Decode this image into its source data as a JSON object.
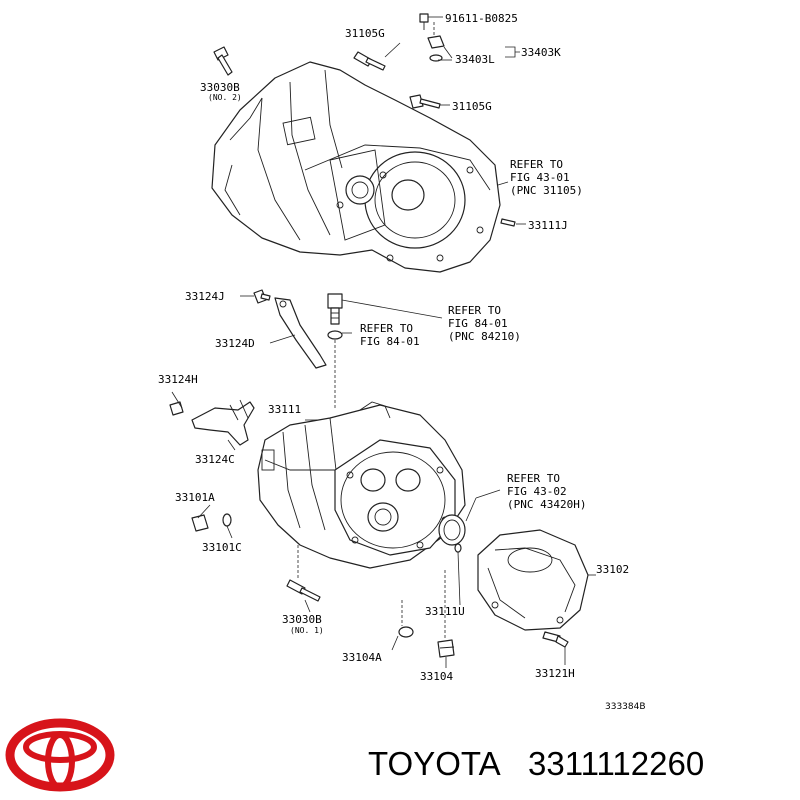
{
  "brand": {
    "name": "TOYOTA",
    "part_number": "3311112260",
    "logo_color": "#d7141a"
  },
  "diagram": {
    "id": "333384B",
    "labels": {
      "p91611": "91611-B0825",
      "p31105a": "31105G",
      "p31105b": "31105G",
      "p33030a": "33030B",
      "p33030a_note": "(NO. 2)",
      "p33403l": "33403L",
      "p33403k": "33403K",
      "p33111j": "33111J",
      "p33124j": "33124J",
      "p33124d": "33124D",
      "p33124h": "33124H",
      "p33111": "33111",
      "p33124c": "33124C",
      "p33101a": "33101A",
      "p33101c": "33101C",
      "p33030b": "33030B",
      "p33030b_note": "(NO. 1)",
      "p33104a": "33104A",
      "p33104": "33104",
      "p33111u": "33111U",
      "p33102": "33102",
      "p33121h": "33121H"
    },
    "refs": {
      "r1": [
        "REFER TO",
        "FIG 43-01",
        "(PNC 31105)"
      ],
      "r2": [
        "REFER TO",
        "FIG 84-01",
        "(PNC 84210)"
      ],
      "r3": [
        "REFER TO",
        "FIG 84-01"
      ],
      "r4": [
        "REFER TO",
        "FIG 43-02",
        "(PNC 43420H)"
      ]
    }
  }
}
